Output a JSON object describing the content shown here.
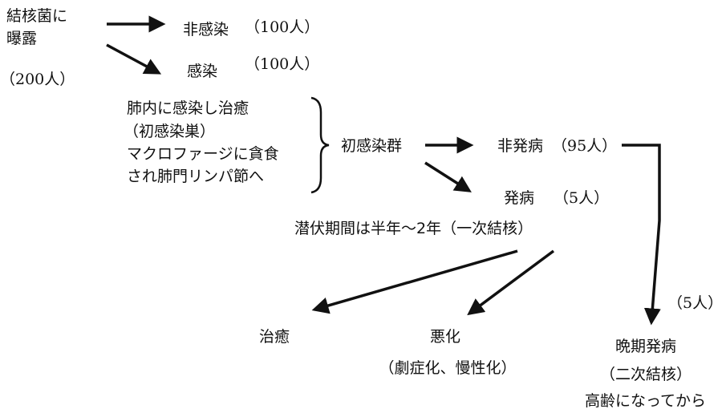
{
  "exposure": {
    "line1": "結核菌に",
    "line2": "曝露",
    "count": "（200人）"
  },
  "non_infected": {
    "label": "非感染",
    "count": "（100人）"
  },
  "infected": {
    "label": "感染",
    "count": "（100人）"
  },
  "lung_process": {
    "line1": "肺内に感染し治癒",
    "line2": "（初感染巣）",
    "line3": "マクロファージに貪食",
    "line4": "され肺門リンパ節へ"
  },
  "primary_group": {
    "label": "初感染群"
  },
  "non_onset": {
    "label": "非発病",
    "count": "（95人）"
  },
  "onset": {
    "label": "発病",
    "count": "（5人）"
  },
  "latency": {
    "text": "潜伏期間は半年～2年（一次結核）"
  },
  "late_count": {
    "text": "（5人）"
  },
  "outcomes": {
    "cure": "治癒",
    "worsen": "悪化",
    "worsen_detail": "（劇症化、慢性化）"
  },
  "late_onset": {
    "label": "晩期発病",
    "detail": "（二次結核）",
    "note": "高齢になってから"
  },
  "colors": {
    "line": "#111111",
    "background": "#ffffff"
  }
}
